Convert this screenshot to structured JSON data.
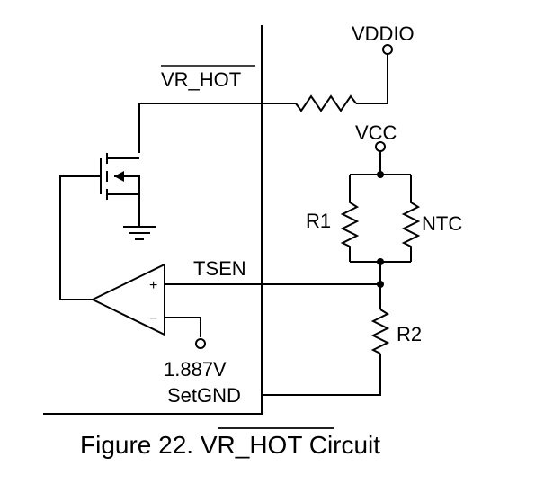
{
  "labels": {
    "vddio": "VDDIO",
    "vr_hot": "VR_HOT",
    "vcc": "VCC",
    "r1": "R1",
    "ntc": "NTC",
    "tsen": "TSEN",
    "r2": "R2",
    "plus": "+",
    "minus": "−",
    "vref": "1.887V",
    "setgnd": "SetGND"
  },
  "caption": {
    "prefix": "Figure 22. ",
    "signal": "VR_HOT",
    "suffix": " Circuit"
  }
}
